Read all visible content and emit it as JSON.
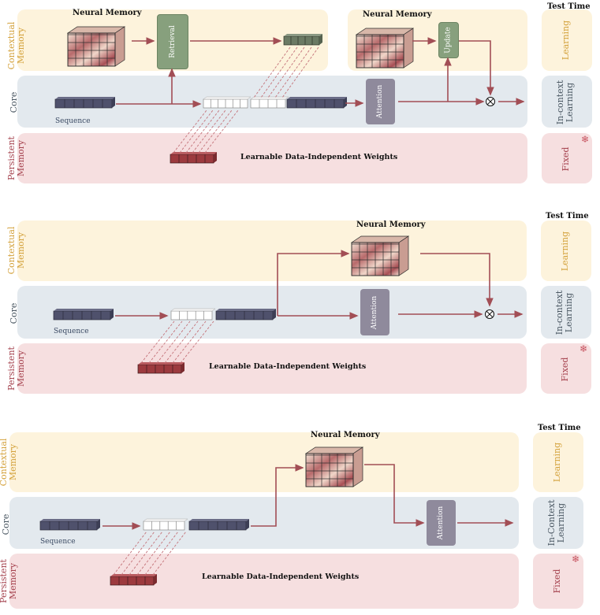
{
  "header": {
    "test_time": "Test Time"
  },
  "rows": {
    "contextual": "Contextual\nMemory",
    "core": "Core",
    "persistent": "Persistent\nMemory"
  },
  "side": {
    "learning": "Learning",
    "in_context_a": "In-context\nLearning",
    "in_context_b": "In-Context\nLearning",
    "fixed": "Fixed",
    "snow_icon": "snowflake-icon"
  },
  "labels": {
    "neural_memory": "Neural Memory",
    "sequence": "Sequence",
    "weights": "Learnable Data-Independent Weights",
    "retrieval": "Retrieval",
    "update": "Update",
    "attention": "Attention"
  },
  "colors": {
    "contextual_bg": "#fdf3dc",
    "core_bg": "#e3e9ee",
    "persistent_bg": "#f6dfe0",
    "arrow": "#a24e55",
    "sequence_block": "#4f516c",
    "persistent_block": "#9c3a3e",
    "retrieved_block": "#6b7a64",
    "attention_box": "#8f8a9c"
  }
}
